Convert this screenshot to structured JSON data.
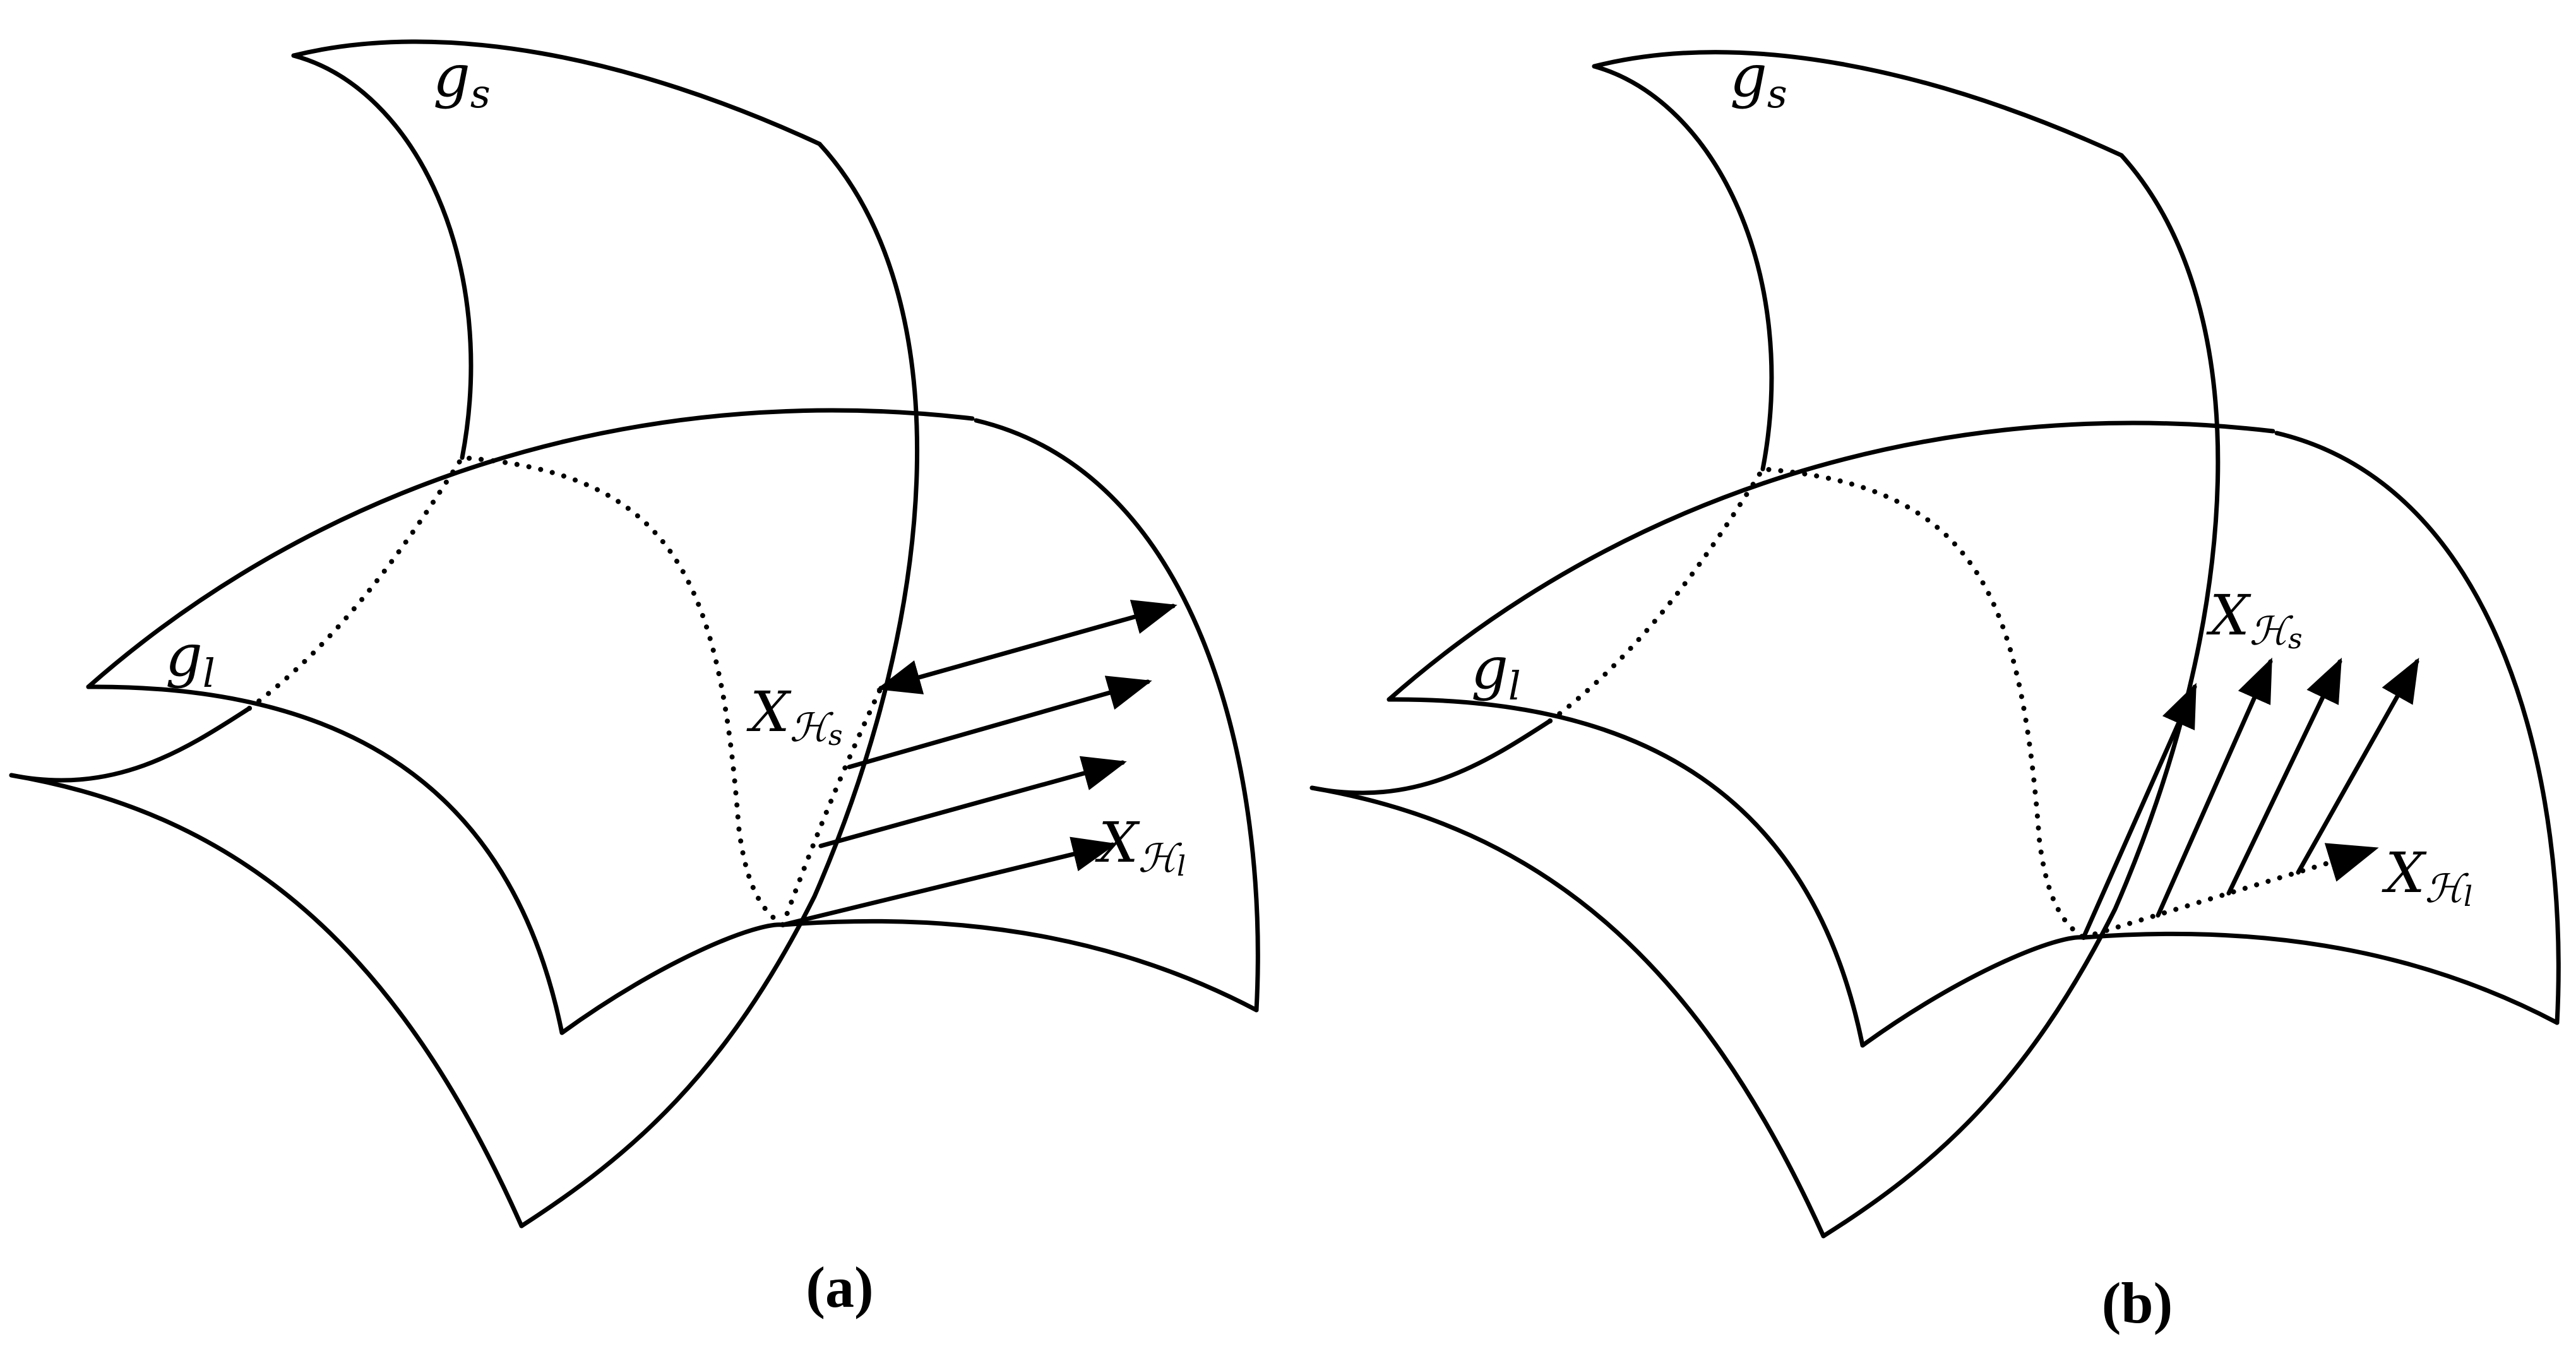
{
  "panels": [
    {
      "id": "a",
      "caption": "(a)",
      "surface_s_label": {
        "base": "g",
        "sub": "s"
      },
      "surface_l_label": {
        "base": "g",
        "sub": "l"
      },
      "field_s_label": {
        "base": "X",
        "script": "ℋ",
        "sub": "s"
      },
      "field_l_label": {
        "base": "X",
        "script": "ℋ",
        "sub": "l"
      }
    },
    {
      "id": "b",
      "caption": "(b)",
      "surface_s_label": {
        "base": "g",
        "sub": "s"
      },
      "surface_l_label": {
        "base": "g",
        "sub": "l"
      },
      "field_s_label": {
        "base": "X",
        "script": "ℋ",
        "sub": "s"
      },
      "field_l_label": {
        "base": "X",
        "script": "ℋ",
        "sub": "l"
      }
    }
  ]
}
